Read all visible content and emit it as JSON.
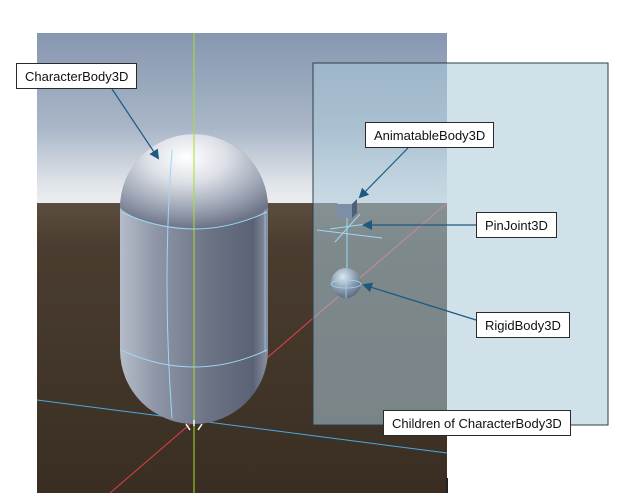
{
  "labels": {
    "character_body": "CharacterBody3D",
    "animatable_body": "AnimatableBody3D",
    "pin_joint": "PinJoint3D",
    "rigid_body": "RigidBody3D",
    "children_group": "Children of CharacterBody3D"
  },
  "colors": {
    "sky_top": "#8a9bb4",
    "sky_horizon": "#e4e6ea",
    "ground": "#463a2e",
    "overlay": "#a9c8d8",
    "y_axis": "#a8e02a",
    "x_axis": "#e0424e",
    "z_axis": "#4aa8e8",
    "arrow": "#1c5a80"
  },
  "icons": [
    "capsule-mesh",
    "cube-mesh",
    "sphere-mesh",
    "pin-joint-gizmo"
  ]
}
